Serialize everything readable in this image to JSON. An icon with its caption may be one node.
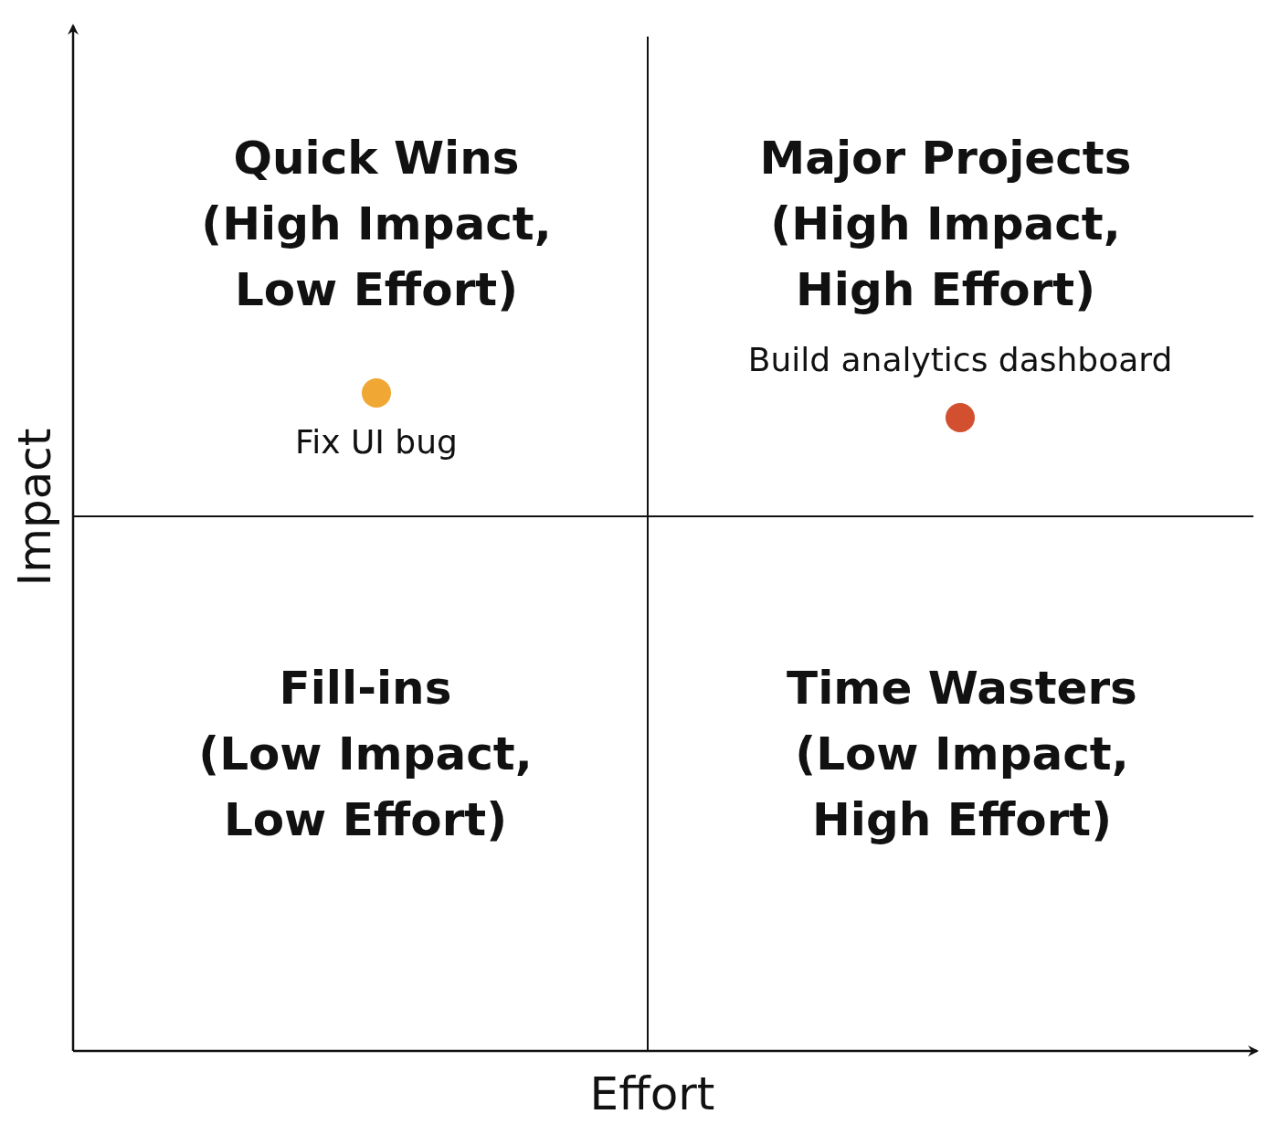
{
  "diagram": {
    "nodes": [
      {
        "text": [
          "Quick Wins",
          "(High Impact, Low Effort)"
        ]
      },
      {
        "text": [
          "Major Projects",
          "(High Impact, High Effort)"
        ]
      },
      {
        "text": [
          "Fill-ins",
          "(Low Impact, Low Effort)"
        ]
      },
      {
        "text": [
          "Time Wasters",
          "(Low Impact, High Effort)"
        ]
      },
      {
        "text": [],
        "shape": "circle",
        "in": 0,
        "beside": [
          "Fix UI bug"
        ]
      },
      {
        "text": [],
        "shape": "circle",
        "in": 1,
        "beside": [
          "Build analytics dashboard"
        ]
      }
    ],
    "edges": [],
    "labels": [
      "Impact",
      "Effort"
    ]
  }
}
